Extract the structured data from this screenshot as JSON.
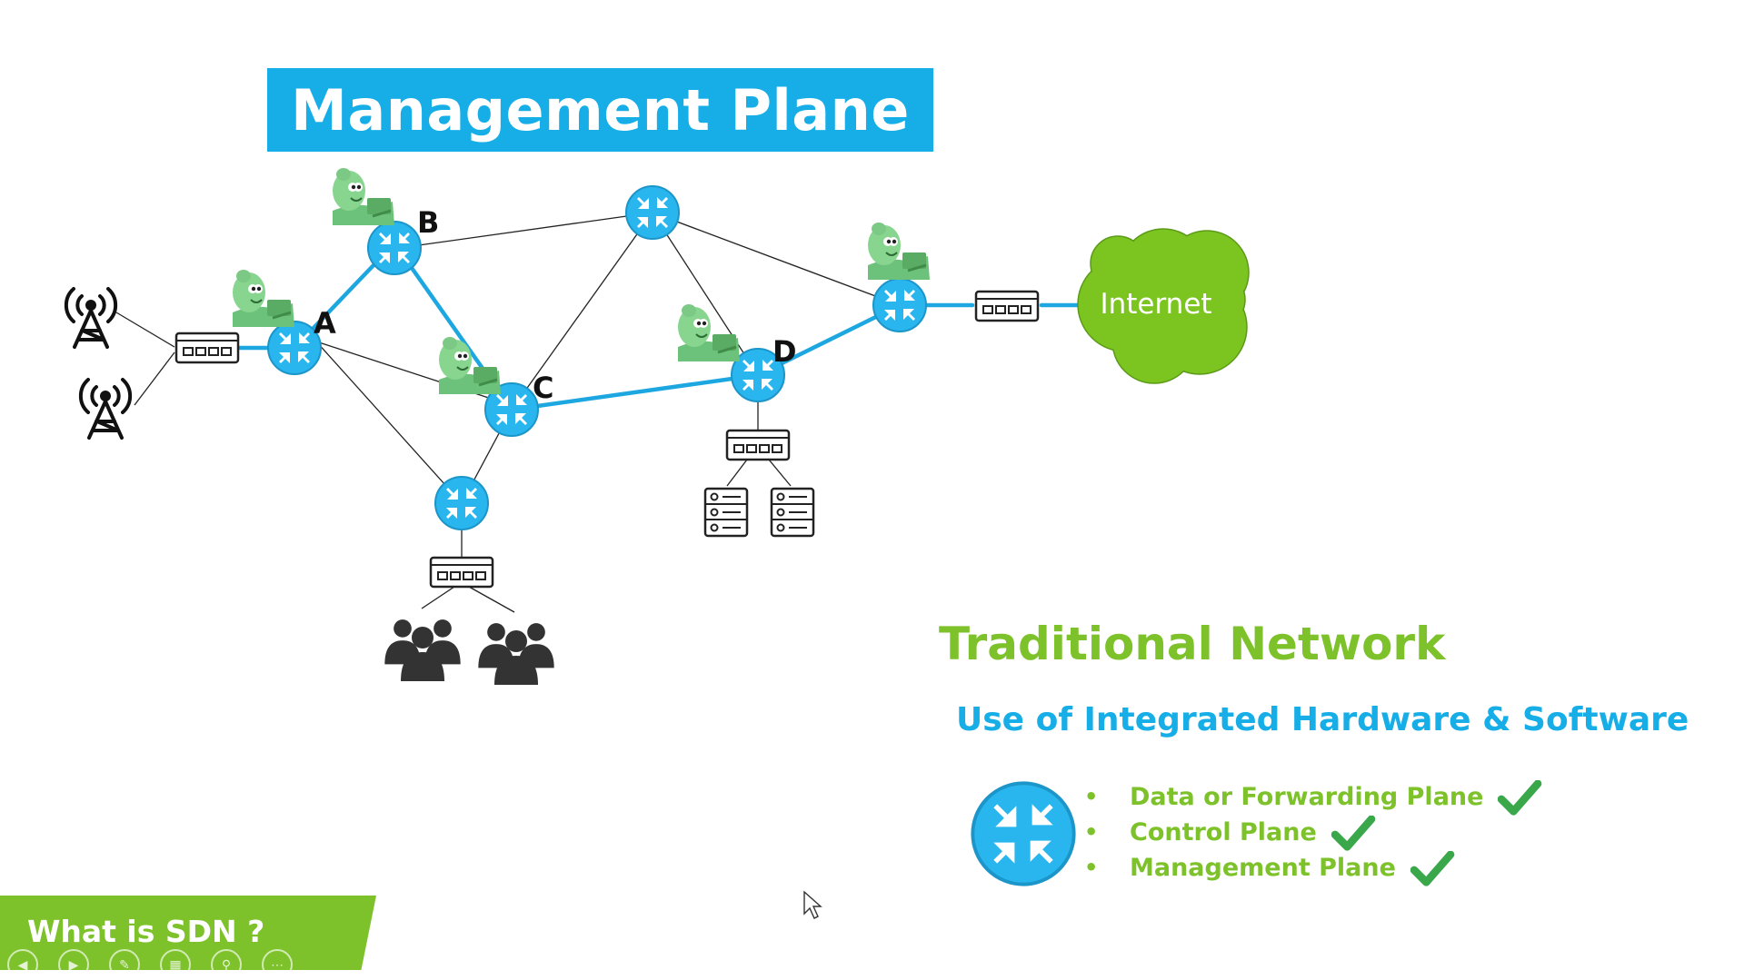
{
  "title": "Management Plane",
  "node_labels": {
    "a": "A",
    "b": "B",
    "c": "C",
    "d": "D"
  },
  "cloud_label": "Internet",
  "traditional": {
    "title": "Traditional Network",
    "subtitle": "Use of Integrated Hardware & Software",
    "planes": [
      "Data or Forwarding Plane",
      "Control Plane",
      "Management Plane"
    ]
  },
  "section_tab": "What is SDN ?",
  "colors": {
    "accent_blue": "#17aee8",
    "accent_green": "#7dc22a",
    "check_green": "#3aa84a",
    "cloud_green": "#7cc520"
  },
  "icons": [
    "router-icon",
    "switch-icon",
    "server-icon",
    "users-icon",
    "antenna-tower-icon",
    "admin-avatar-icon",
    "checkmark-icon",
    "cloud-icon",
    "mouse-cursor-icon"
  ]
}
